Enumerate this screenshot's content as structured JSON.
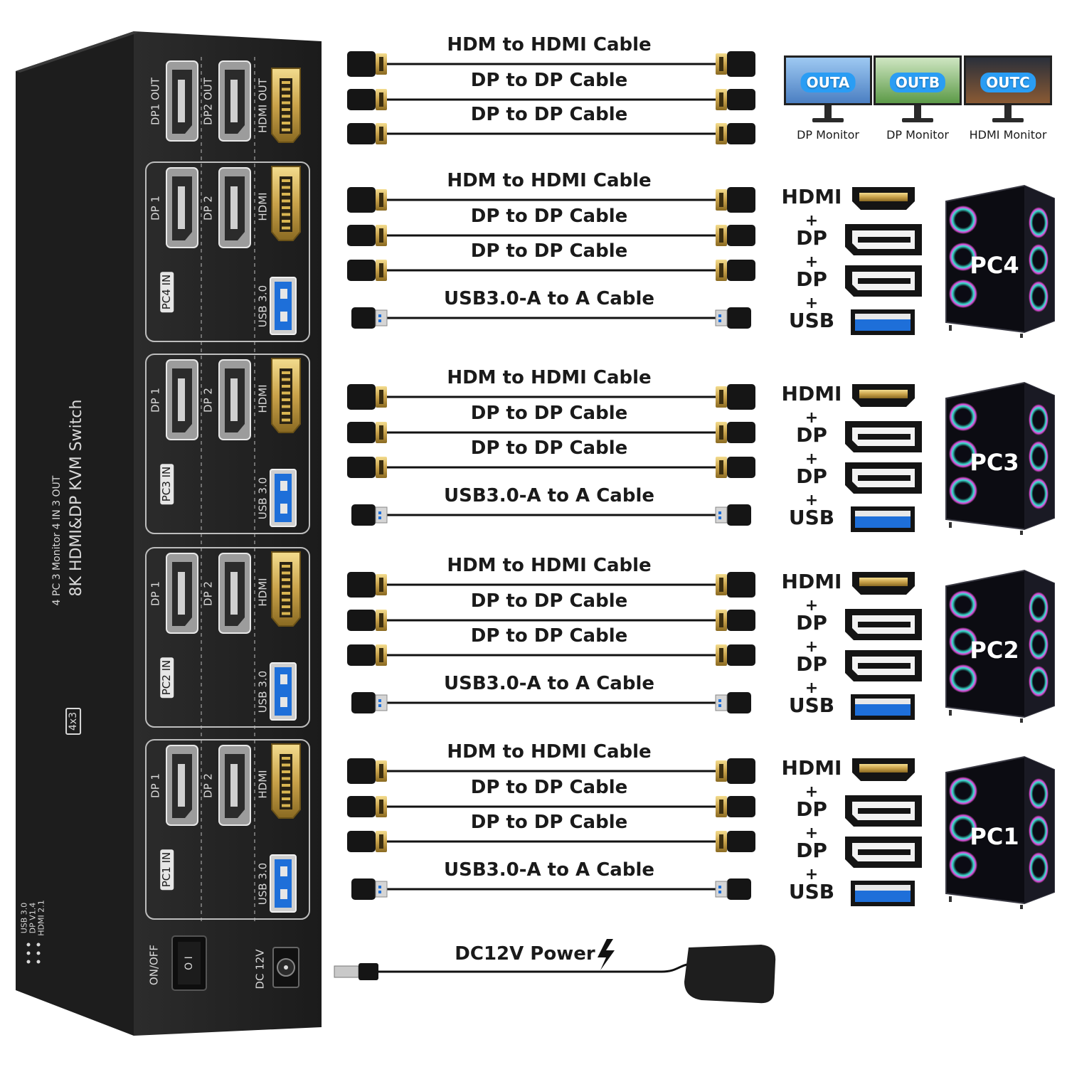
{
  "device": {
    "title": "8K HDMI&DP KVM Switch",
    "subtitle": "4 PC 3 Monitor 4 IN 3 OUT",
    "model_badge": "4x3",
    "spec_lines": [
      "HDMI 2.1",
      "DP V1.4",
      "USB 3.0"
    ],
    "power_switch_label": "ON/OFF",
    "power_symbols": "O   I",
    "dc_label": "DC 12V",
    "output_ports": [
      "DP1 OUT",
      "DP2 OUT",
      "HDMI OUT"
    ],
    "input_groups": [
      {
        "name": "PC4 IN",
        "ports": [
          "DP 1",
          "DP 2",
          "HDMI",
          "USB 3.0"
        ]
      },
      {
        "name": "PC3 IN",
        "ports": [
          "DP 1",
          "DP 2",
          "HDMI",
          "USB 3.0"
        ]
      },
      {
        "name": "PC2 IN",
        "ports": [
          "DP 1",
          "DP 2",
          "HDMI",
          "USB 3.0"
        ]
      },
      {
        "name": "PC1 IN",
        "ports": [
          "DP 1",
          "DP 2",
          "HDMI",
          "USB 3.0"
        ]
      }
    ]
  },
  "output_cables": [
    "HDM to HDMI Cable",
    "DP to DP Cable",
    "DP to DP Cable"
  ],
  "monitors": [
    {
      "badge": "OUTA",
      "label": "DP Monitor"
    },
    {
      "badge": "OUTB",
      "label": "DP Monitor"
    },
    {
      "badge": "OUTC",
      "label": "HDMI Monitor"
    }
  ],
  "pc_groups": [
    {
      "pc": "PC4",
      "cables": [
        "HDM to HDMI Cable",
        "DP to DP Cable",
        "DP to DP Cable",
        "USB3.0-A to A Cable"
      ]
    },
    {
      "pc": "PC3",
      "cables": [
        "HDM to HDMI Cable",
        "DP to DP Cable",
        "DP to DP Cable",
        "USB3.0-A to A Cable"
      ]
    },
    {
      "pc": "PC2",
      "cables": [
        "HDM to HDMI Cable",
        "DP to DP Cable",
        "DP to DP Cable",
        "USB3.0-A to A Cable"
      ]
    },
    {
      "pc": "PC1",
      "cables": [
        "HDM to HDMI Cable",
        "DP to DP Cable",
        "DP to DP Cable",
        "USB3.0-A to A Cable"
      ]
    }
  ],
  "port_stack": [
    "HDMI",
    "+",
    "DP",
    "+",
    "DP",
    "+",
    "USB"
  ],
  "power": {
    "label": "DC12V Power"
  },
  "colors": {
    "device": "#222222",
    "pc_badge": "#2a9df4",
    "usb_blue": "#1e6fd9",
    "gold": "#c9a24a"
  }
}
